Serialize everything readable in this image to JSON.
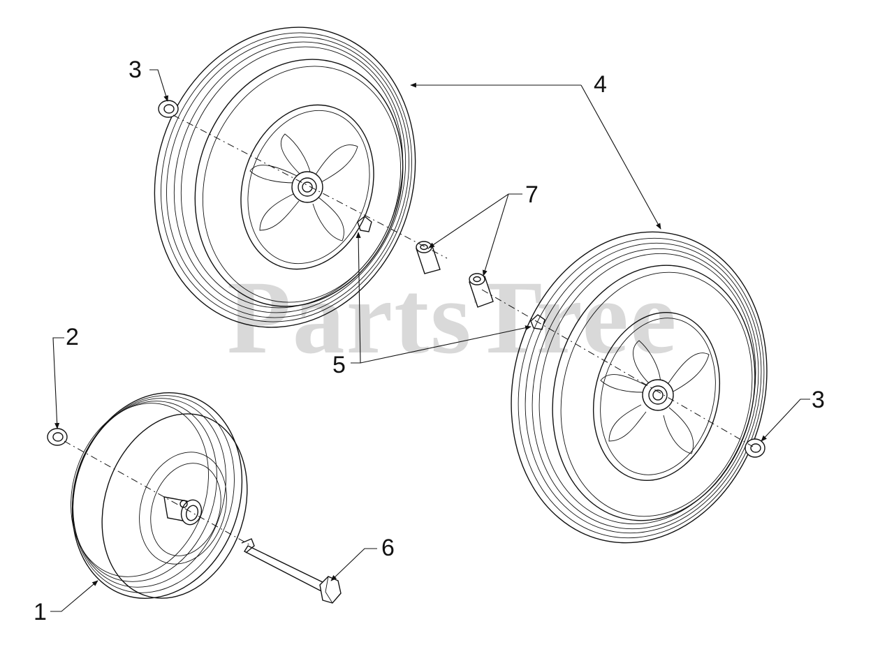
{
  "watermark": "PartsTree",
  "callouts": [
    {
      "id": "1",
      "label": "1"
    },
    {
      "id": "2",
      "label": "2"
    },
    {
      "id": "3a",
      "label": "3"
    },
    {
      "id": "3b",
      "label": "3"
    },
    {
      "id": "4",
      "label": "4"
    },
    {
      "id": "5",
      "label": "5"
    },
    {
      "id": "6",
      "label": "6"
    },
    {
      "id": "7",
      "label": "7"
    }
  ]
}
